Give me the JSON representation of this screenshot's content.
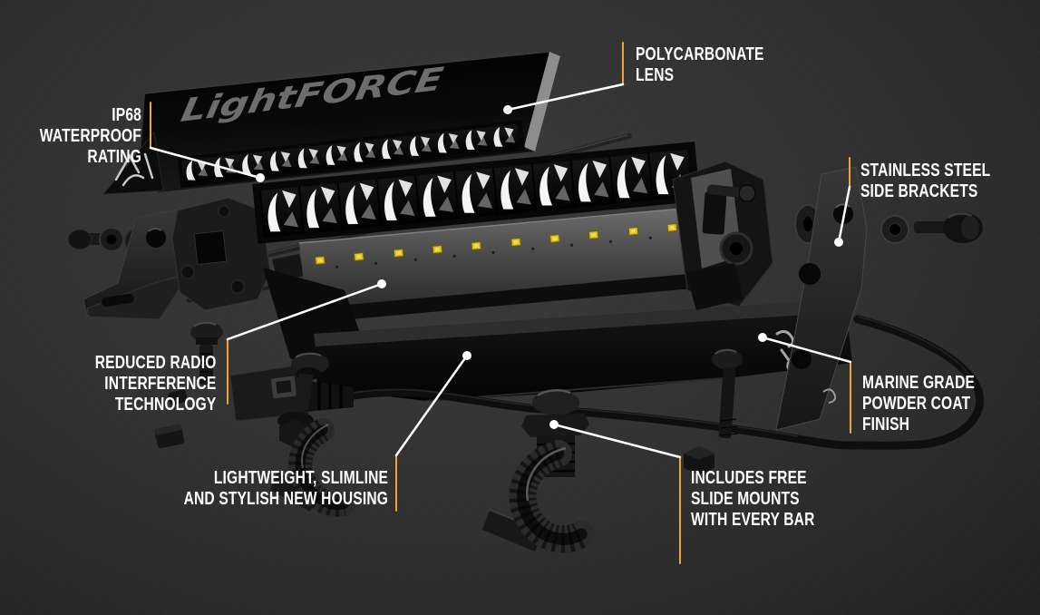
{
  "figure": {
    "title": "Light bar exploded-view feature diagram",
    "brand_logo": "LightFORCE",
    "accent_color": "#eda43c",
    "callout_line_color": "#ffffff",
    "text_color": "#ffffff",
    "led_color": "#d8bd25"
  },
  "callouts": [
    {
      "id": "polycarbonate-lens",
      "text": "POLYCARBONATE\nLENS"
    },
    {
      "id": "ip68-waterproof-rating",
      "text": "IP68 WATERPROOF\nRATING"
    },
    {
      "id": "stainless-steel-side-brackets",
      "text": "STAINLESS STEEL\nSIDE BRACKETS"
    },
    {
      "id": "reduced-radio-interference-technology",
      "text": "REDUCED RADIO\nINTERFERENCE\nTECHNOLOGY"
    },
    {
      "id": "marine-grade-powder-coat-finish",
      "text": "MARINE GRADE\nPOWDER COAT\nFINISH"
    },
    {
      "id": "lightweight-slimline-housing",
      "text": "LIGHTWEIGHT, SLIMLINE\nAND STYLISH NEW HOUSING"
    },
    {
      "id": "includes-free-slide-mounts",
      "text": "INCLUDES FREE\nSLIDE MOUNTS\nWITH EVERY BAR"
    }
  ]
}
